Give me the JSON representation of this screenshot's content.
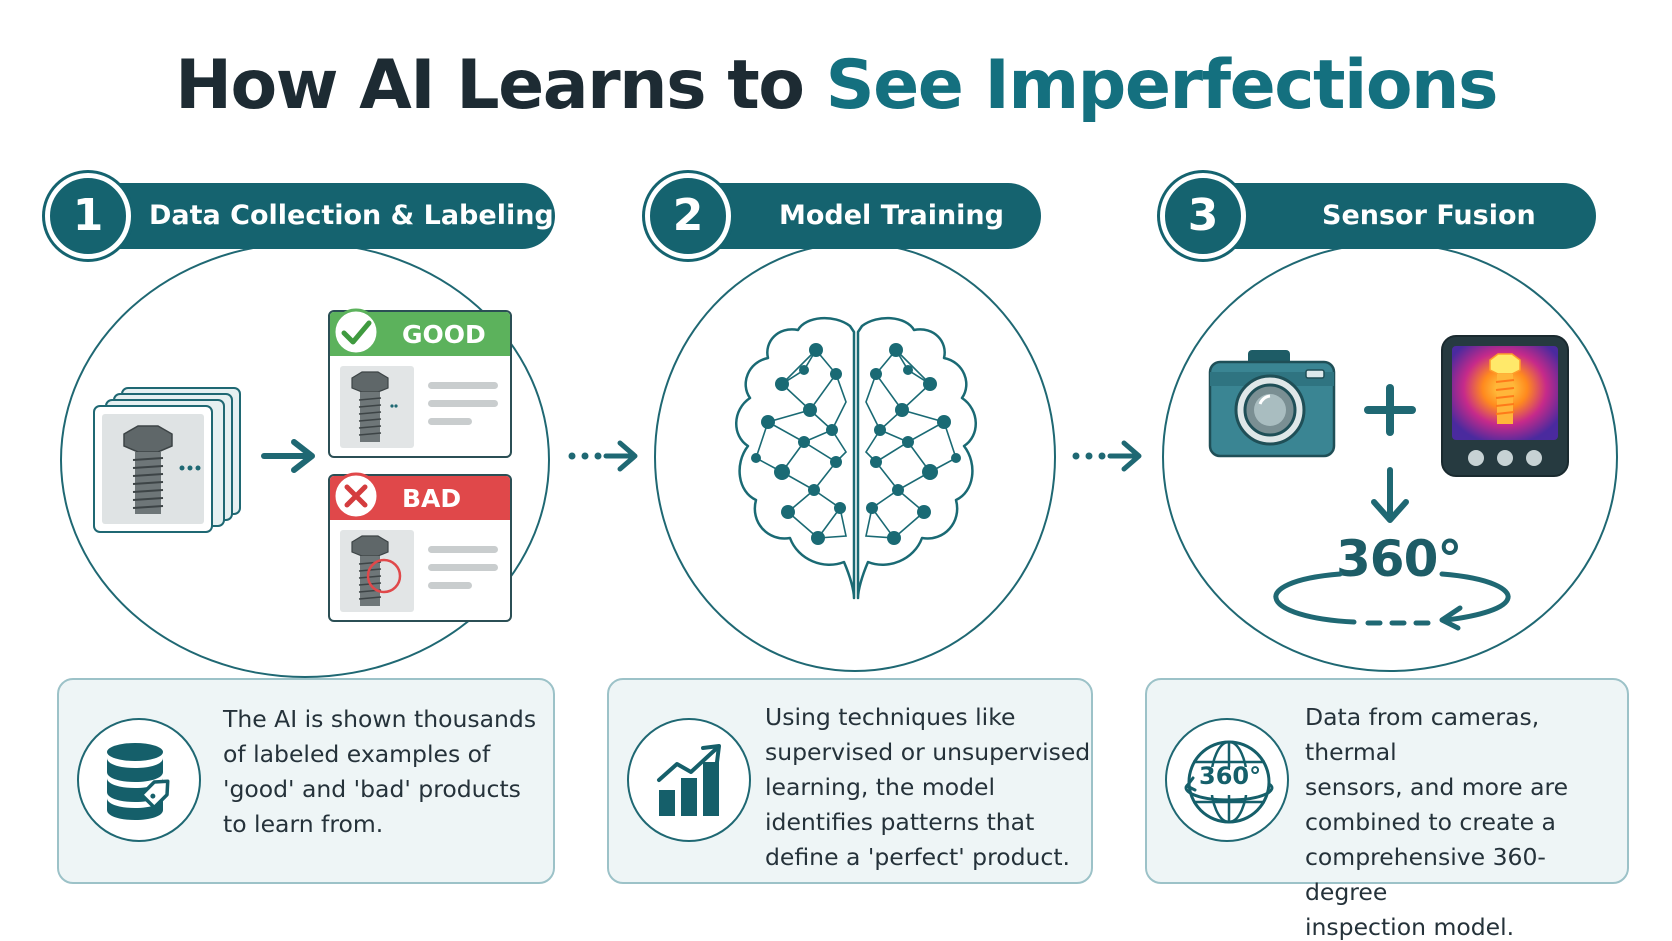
{
  "title": {
    "part1": "How AI Learns to ",
    "part2": "See Imperfections"
  },
  "colors": {
    "primary": "#15636f",
    "accent": "#14707f",
    "good": "#5cb25c",
    "bad": "#e0484a"
  },
  "steps": [
    {
      "number": "1",
      "label": "Data Collection & Labeling",
      "description": "The AI is shown thousands\nof labeled examples of\n'good' and 'bad' products\nto learn from.",
      "icon": "database-tag-icon",
      "cards": [
        {
          "label": "GOOD",
          "icon": "checkmark-icon"
        },
        {
          "label": "BAD",
          "icon": "x-icon"
        }
      ]
    },
    {
      "number": "2",
      "label": "Model Training",
      "description": "Using techniques like\nsupervised or unsupervised\nlearning, the model\nidentifies patterns that\ndefine a 'perfect' product.",
      "icon": "growth-chart-icon"
    },
    {
      "number": "3",
      "label": "Sensor Fusion",
      "description": "Data from cameras, thermal\nsensors, and more are\ncombined to create a\ncomprehensive 360-degree\ninspection model.",
      "icon": "globe-360-icon",
      "view_label": "360°",
      "icon_view": "360-globe-icon"
    }
  ]
}
